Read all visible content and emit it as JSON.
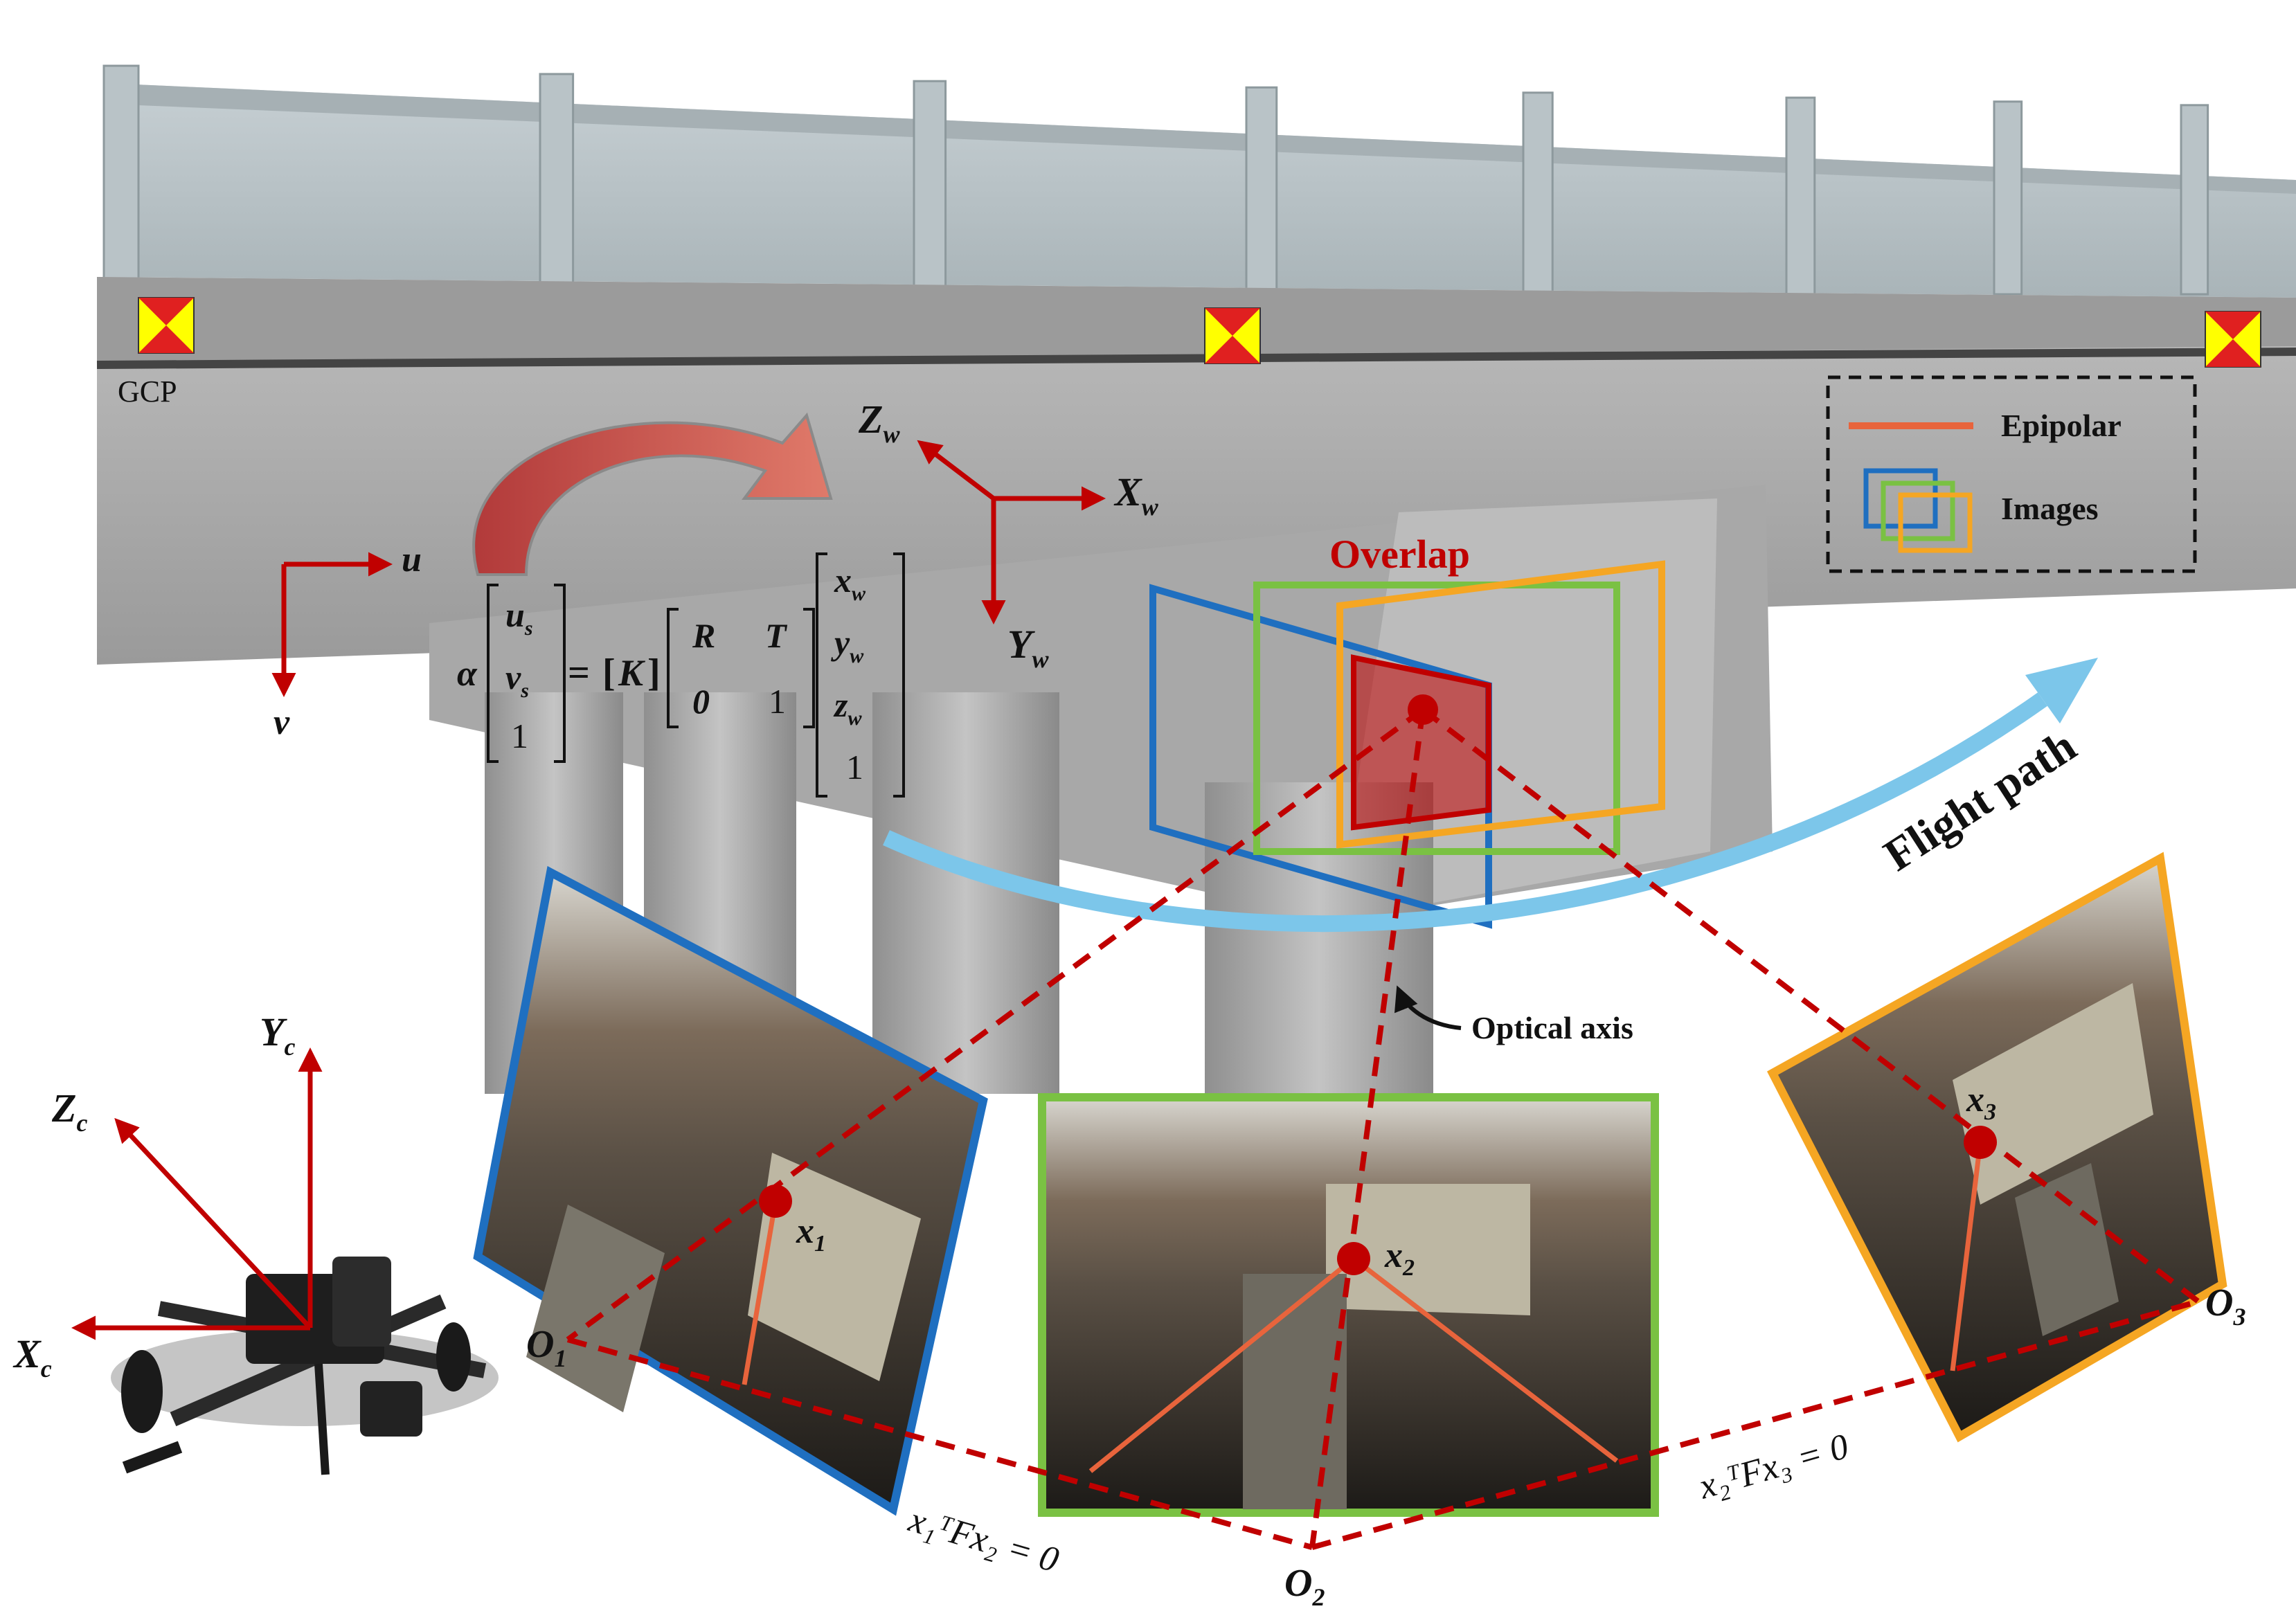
{
  "labels": {
    "gcp": "GCP",
    "overlap": "Overlap",
    "flight_path": "Flight path",
    "optical_axis": "Optical axis",
    "epipolar_constraint_12": "x₁ᵀFx₂ = 0",
    "epipolar_constraint_23": "x₂ᵀFx₃ = 0"
  },
  "legend": {
    "epipolar": "Epipolar",
    "images": "Images"
  },
  "world_axes": {
    "x": "X",
    "y": "Y",
    "z": "Z",
    "sub": "w"
  },
  "image_axes": {
    "u": "u",
    "v": "v"
  },
  "camera_axes": {
    "x": "X",
    "y": "Y",
    "z": "Z",
    "sub": "c"
  },
  "points": {
    "x1": "x",
    "x1_sub": "1",
    "x2": "x",
    "x2_sub": "2",
    "x3": "x",
    "x3_sub": "3",
    "o1": "O",
    "o1_sub": "1",
    "o2": "O",
    "o2_sub": "2",
    "o3": "O",
    "o3_sub": "3"
  },
  "equation": {
    "alpha": "α",
    "us": "u",
    "us_sub": "s",
    "vs": "v",
    "vs_sub": "s",
    "one": "1",
    "equals": "=",
    "K": "K",
    "R": "R",
    "T": "T",
    "zero": "0",
    "one_b": "1",
    "xw": "x",
    "yw": "y",
    "zw": "z",
    "w_sub": "w",
    "one_c": "1"
  },
  "colors": {
    "red": "#c00000",
    "blue": "#1f6fc0",
    "green": "#7ac143",
    "orange": "#f5a623",
    "epipolar": "#e8643c",
    "flight": "#7cc6ea",
    "marker_yellow": "#ffff00",
    "marker_red": "#e02020"
  }
}
